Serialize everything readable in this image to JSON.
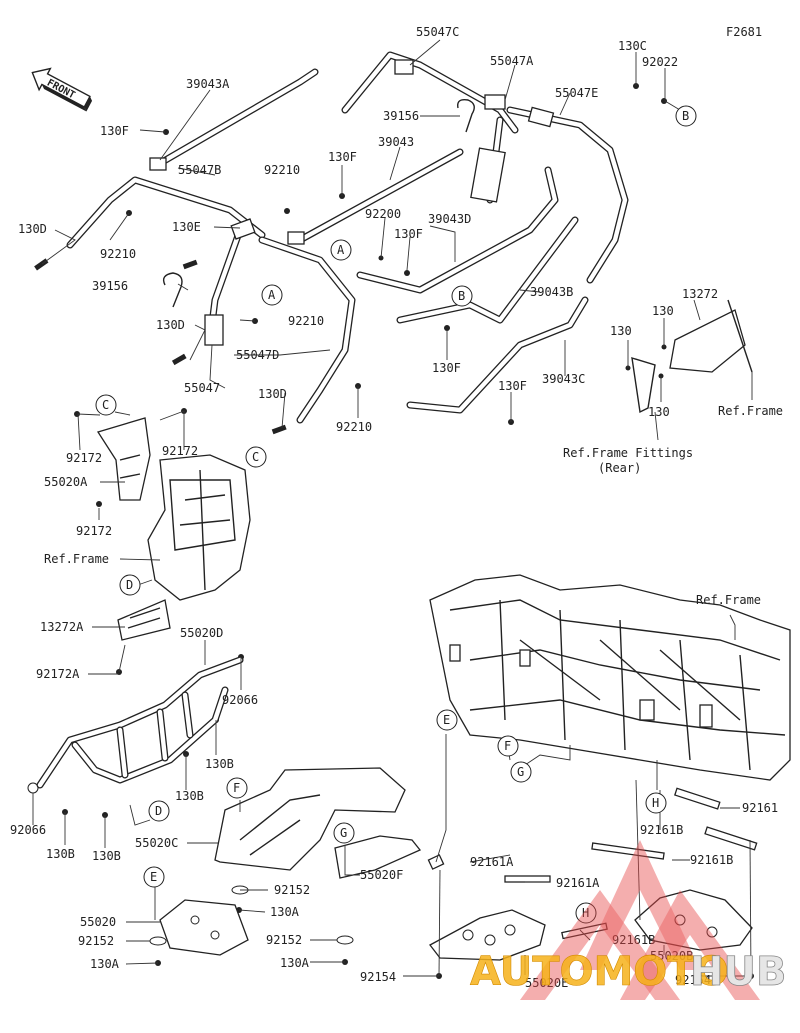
{
  "figure_code": "F2681",
  "front_label": "FRONT",
  "part_numbers": {
    "p39043A": "39043A",
    "p130F_a": "130F",
    "p55047B": "55047B",
    "p92210_a": "92210",
    "p130D_a": "130D",
    "p92210_b": "92210",
    "p130E": "130E",
    "p39156_a": "39156",
    "p130D_b": "130D",
    "p92210_c": "92210",
    "p55047": "55047",
    "p55047D": "55047D",
    "p130D_c": "130D",
    "p92210_d": "92210",
    "p55047C": "55047C",
    "p55047A": "55047A",
    "p39156_b": "39156",
    "p39043": "39043",
    "p130F_b": "130F",
    "p92200": "92200",
    "p130F_c": "130F",
    "p39043D": "39043D",
    "p55047E": "55047E",
    "p130C": "130C",
    "p92022": "92022",
    "p39043B": "39043B",
    "p130F_d": "130F",
    "p39043C": "39043C",
    "p130F_e": "130F",
    "p13272": "13272",
    "p130_a": "130",
    "p130_b": "130",
    "p130_c": "130",
    "p92172_a": "92172",
    "p92172_b": "92172",
    "p55020A": "55020A",
    "p92172_c": "92172",
    "p13272A": "13272A",
    "p92172A": "92172A",
    "p55020D": "55020D",
    "p92066_a": "92066",
    "p130B_a": "130B",
    "p130B_b": "130B",
    "p92066_b": "92066",
    "p130B_c": "130B",
    "p130B_d": "130B",
    "p55020C": "55020C",
    "p92152_a": "92152",
    "p130A_a": "130A",
    "p55020": "55020",
    "p92152_b": "92152",
    "p130A_b": "130A",
    "p55020F": "55020F",
    "p92152_c": "92152",
    "p130A_c": "130A",
    "p92161": "92161",
    "p92161B_a": "92161B",
    "p92161B_b": "92161B",
    "p92161A_a": "92161A",
    "p92161A_b": "92161A",
    "p92161B_c": "92161B",
    "p55020B": "55020B",
    "p92154_a": "92154",
    "p55020E": "55020E",
    "p92154_b": "92154"
  },
  "ref_labels": {
    "ref_frame_a": "Ref.Frame",
    "ref_frame_b": "Ref.Frame",
    "ref_frame_c": "Ref.Frame",
    "ref_frame_fittings": "Ref.Frame Fittings",
    "ref_frame_fittings_sub": "(Rear)"
  },
  "callouts": {
    "A1": "A",
    "A2": "A",
    "B1": "B",
    "B2": "B",
    "C1": "C",
    "C2": "C",
    "D1": "D",
    "D2": "D",
    "E1": "E",
    "E2": "E",
    "F1": "F",
    "F2": "F",
    "G1": "G",
    "G2": "G",
    "H1": "H",
    "H2": "H"
  },
  "watermark": {
    "text_left": "AUTOMOTO",
    "text_right": "HUB",
    "color_left": "#f6b21a",
    "color_right": "#e8e8e8",
    "logo_color": "#e84b4b"
  }
}
